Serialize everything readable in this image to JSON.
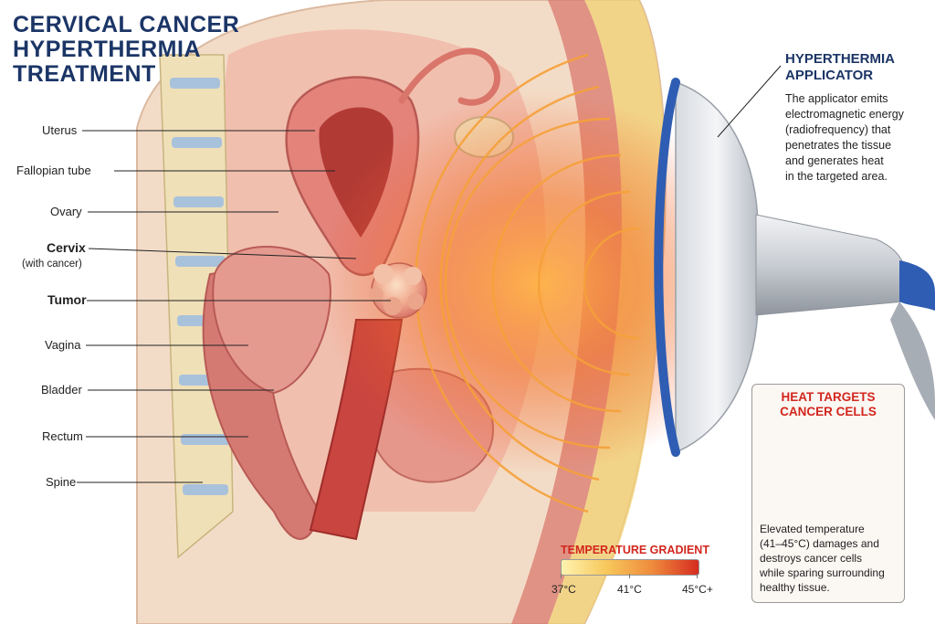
{
  "title": [
    "CERVICAL CANCER",
    "HYPERTHERMIA",
    "TREATMENT"
  ],
  "labels": [
    {
      "id": "uterus",
      "text": "Uterus"
    },
    {
      "id": "fallopian-tube",
      "text": "Fallopian tube"
    },
    {
      "id": "ovary",
      "text": "Ovary"
    },
    {
      "id": "cervix",
      "text": "Cervix",
      "sub": "(with cancer)"
    },
    {
      "id": "tumor",
      "text": "Tumor"
    },
    {
      "id": "vagina",
      "text": "Vagina"
    },
    {
      "id": "bladder",
      "text": "Bladder"
    },
    {
      "id": "rectum",
      "text": "Rectum"
    },
    {
      "id": "spine",
      "text": "Spine"
    }
  ],
  "applicator": {
    "title": [
      "HYPERTHERMIA",
      "APPLICATOR"
    ],
    "description": [
      "The applicator emits",
      "electromagnetic energy",
      "(radiofrequency) that",
      "penetrates the tissue",
      "and generates heat",
      "in the targeted area."
    ]
  },
  "heat_card": {
    "title": [
      "HEAT TARGETS",
      "CANCER CELLS"
    ],
    "description": [
      "Elevated temperature",
      "(41–45°C) damages and",
      "destroys cancer cells",
      "while sparing surrounding",
      "healthy tissue."
    ]
  },
  "gradient": {
    "title": "TEMPERATURE GRADIENT",
    "labels": [
      "37°C",
      "41°C",
      "45°C+"
    ]
  },
  "colors": {
    "title_navy": "#1b3566",
    "accent_red": "#d2261d",
    "tissue_pink": "#e89b96",
    "heat_orange": "#f39a3a",
    "applicator_blue": "#2f5db3"
  }
}
